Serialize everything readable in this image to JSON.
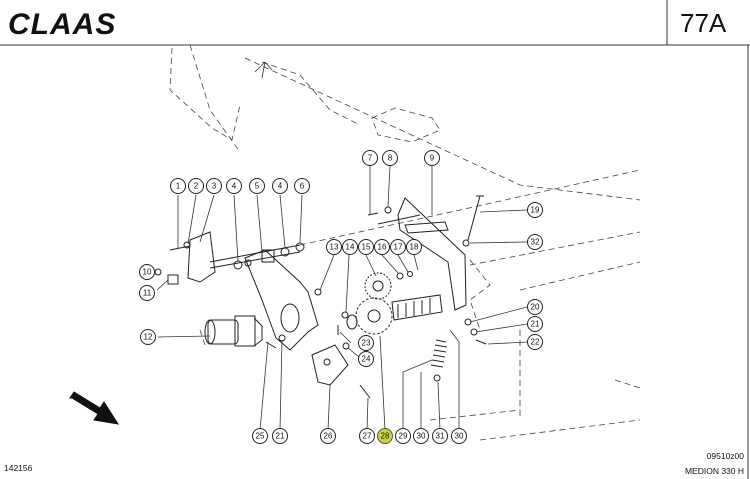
{
  "header": {
    "brand": "CLAAS",
    "page": "77A"
  },
  "footer": {
    "doc_number": "142156",
    "ref_code": "09510z00",
    "model": "MEDION 330 H"
  },
  "callouts": [
    {
      "id": "c1",
      "label": "1"
    },
    {
      "id": "c2",
      "label": "2"
    },
    {
      "id": "c3",
      "label": "3"
    },
    {
      "id": "c4a",
      "label": "4"
    },
    {
      "id": "c5",
      "label": "5"
    },
    {
      "id": "c4b",
      "label": "4"
    },
    {
      "id": "c6",
      "label": "6"
    },
    {
      "id": "c7",
      "label": "7"
    },
    {
      "id": "c8",
      "label": "8"
    },
    {
      "id": "c9",
      "label": "9"
    },
    {
      "id": "c10",
      "label": "10"
    },
    {
      "id": "c11",
      "label": "11"
    },
    {
      "id": "c12",
      "label": "12"
    },
    {
      "id": "c13",
      "label": "13"
    },
    {
      "id": "c14",
      "label": "14"
    },
    {
      "id": "c15",
      "label": "15"
    },
    {
      "id": "c16",
      "label": "16"
    },
    {
      "id": "c17",
      "label": "17"
    },
    {
      "id": "c18",
      "label": "18"
    },
    {
      "id": "c19",
      "label": "19"
    },
    {
      "id": "c20",
      "label": "20"
    },
    {
      "id": "c21a",
      "label": "21"
    },
    {
      "id": "c22",
      "label": "22"
    },
    {
      "id": "c23",
      "label": "23"
    },
    {
      "id": "c24",
      "label": "24"
    },
    {
      "id": "c25",
      "label": "25"
    },
    {
      "id": "c21b",
      "label": "21"
    },
    {
      "id": "c26",
      "label": "26"
    },
    {
      "id": "c27",
      "label": "27"
    },
    {
      "id": "c28",
      "label": "28",
      "highlight": true
    },
    {
      "id": "c29",
      "label": "29"
    },
    {
      "id": "c30a",
      "label": "30"
    },
    {
      "id": "c31",
      "label": "31"
    },
    {
      "id": "c30b",
      "label": "30"
    },
    {
      "id": "c32",
      "label": "32"
    }
  ]
}
